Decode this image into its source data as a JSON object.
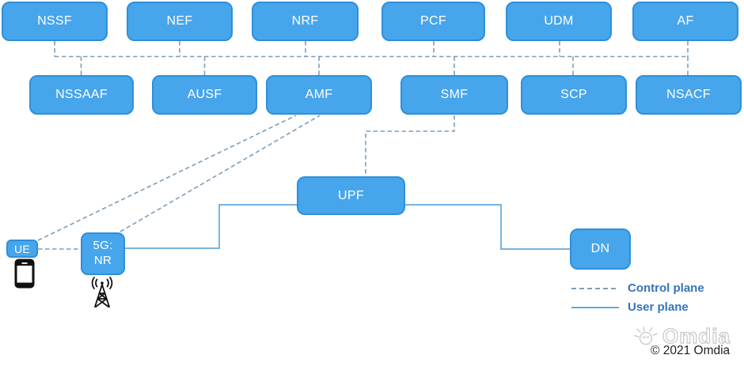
{
  "colors": {
    "node_fill": "#47A5EC",
    "node_border": "#2F8FD9",
    "control_line": "#7D9EB9",
    "user_line": "#63A9DC",
    "legend_text": "#3473BD",
    "node_text": "#FFFFFF",
    "copyright_text": "#1F1F1F",
    "watermark_outline": "#C7C7C7",
    "icon_ink": "#111111"
  },
  "nodes": {
    "top_row": [
      "NSSF",
      "NEF",
      "NRF",
      "PCF",
      "UDM",
      "AF"
    ],
    "second_row": [
      "NSSAAF",
      "AUSF",
      "AMF",
      "SMF",
      "SCP",
      "NSACF"
    ],
    "upf": "UPF",
    "ue": "UE",
    "ran_line1": "5G:",
    "ran_line2": "NR",
    "dn": "DN"
  },
  "icons": {
    "ue_icon": "smartphone-icon",
    "ran_icon": "radio-tower-icon",
    "watermark_icon": "omdia-logo-icon"
  },
  "legend": {
    "control_label": "Control plane",
    "user_label": "User plane"
  },
  "footer": {
    "watermark": "Omdia",
    "copyright": "© 2021 Omdia"
  }
}
